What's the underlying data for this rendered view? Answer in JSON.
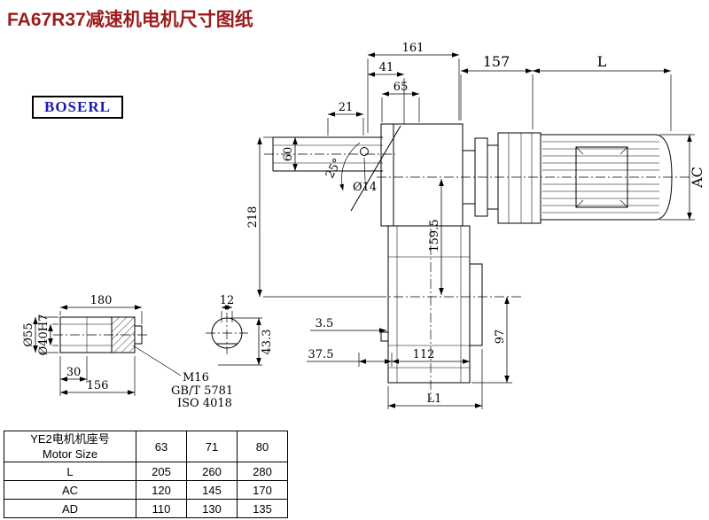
{
  "title": "FA67R37减速机电机尺寸图纸",
  "logo": "BOSERL",
  "colors": {
    "title": "#9b1c1c",
    "logo_text": "#1a1ab0",
    "line": "#000000"
  },
  "main_view": {
    "dim_161": "161",
    "dim_41": "41",
    "dim_65": "65",
    "dim_21": "21",
    "dim_60": "60",
    "dim_218": "218",
    "dim_hole": "Ø14",
    "dim_angle": "25°",
    "dim_159_5": "159.5",
    "dim_97": "97",
    "dim_3_5": "3.5",
    "dim_37_5": "37.5",
    "dim_112": "112",
    "dim_L1": "L1",
    "dim_157": "157",
    "dim_L": "L",
    "dim_AC": "AC"
  },
  "shaft_view": {
    "dim_180": "180",
    "dim_12": "12",
    "dim_55": "Ø55",
    "dim_40": "Ø40H7",
    "dim_30": "30",
    "dim_156": "156",
    "dim_43_3": "43.3",
    "thread": "M16",
    "standard1": "GB/T 5781",
    "standard2": "ISO 4018"
  },
  "table": {
    "header_line1": "YE2电机机座号",
    "header_line2": "Motor Size",
    "sizes": [
      "63",
      "71",
      "80"
    ],
    "rows": [
      {
        "label": "L",
        "values": [
          "205",
          "260",
          "280"
        ]
      },
      {
        "label": "AC",
        "values": [
          "120",
          "145",
          "170"
        ]
      },
      {
        "label": "AD",
        "values": [
          "110",
          "130",
          "135"
        ]
      }
    ]
  }
}
